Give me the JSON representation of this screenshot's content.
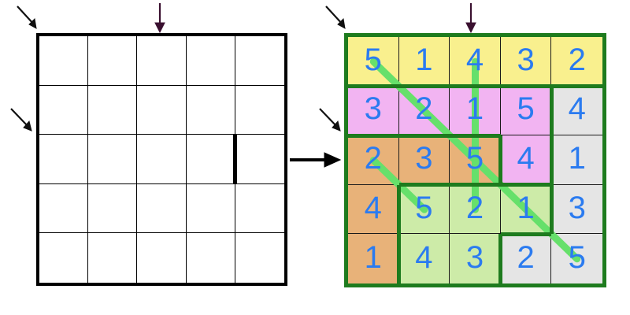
{
  "figure": {
    "title": "Sudoku-style region puzzle: blank grid implies solved grid",
    "size": 5
  },
  "left_grid": {
    "name": "empty-puzzle-grid",
    "rows": 5,
    "cols": 5,
    "cells": [
      [
        "",
        "",
        "",
        "",
        ""
      ],
      [
        "",
        "",
        "",
        "",
        ""
      ],
      [
        "",
        "",
        "",
        "",
        ""
      ],
      [
        "",
        "",
        "",
        "",
        ""
      ],
      [
        "",
        "",
        "",
        "",
        ""
      ]
    ],
    "border_color": "#000000",
    "grid_line_color": "#000000",
    "background": "#ffffff",
    "wall_segments": [
      {
        "name": "thick-wall-row3-col4-col5",
        "row": 3,
        "after_col": 4
      }
    ]
  },
  "right_grid": {
    "name": "solved-grid",
    "rows": 5,
    "cols": 5,
    "cells": [
      [
        "5",
        "1",
        "4",
        "3",
        "2"
      ],
      [
        "3",
        "2",
        "1",
        "5",
        "4"
      ],
      [
        "2",
        "3",
        "5",
        "4",
        "1"
      ],
      [
        "4",
        "5",
        "2",
        "1",
        "3"
      ],
      [
        "1",
        "4",
        "3",
        "2",
        "5"
      ]
    ],
    "digit_color": "#2b7bf0",
    "border_color": "#1e7b1e",
    "cage_color": "#1e7b1e",
    "grid_line_color": "#1a1a1a",
    "region_colors": {
      "yellow": "#f9f08e",
      "violet": "#f2b4f2",
      "orange": "#e8b279",
      "lightgreen": "#cdeba8",
      "gray": "#e5e5e5"
    },
    "region_map": [
      [
        "yellow",
        "yellow",
        "yellow",
        "yellow",
        "yellow"
      ],
      [
        "violet",
        "violet",
        "violet",
        "violet",
        "gray"
      ],
      [
        "orange",
        "orange",
        "orange",
        "violet",
        "gray"
      ],
      [
        "orange",
        "lightgreen",
        "lightgreen",
        "lightgreen",
        "gray"
      ],
      [
        "orange",
        "lightgreen",
        "lightgreen",
        "gray",
        "gray"
      ]
    ],
    "highlight_color": "#66e06b",
    "highlights": [
      {
        "name": "main-diagonal-chain",
        "from": [
          1,
          1
        ],
        "to": [
          5,
          5
        ],
        "values": [
          "5",
          "2",
          "5",
          "1",
          "5"
        ]
      },
      {
        "name": "short-diagonal-chain",
        "from": [
          3,
          1
        ],
        "to": [
          4,
          2
        ],
        "values": [
          "2",
          "5"
        ]
      },
      {
        "name": "column3-vertical-chain",
        "from": [
          1,
          3
        ],
        "to": [
          4,
          3
        ],
        "values": [
          "4",
          "1",
          "5",
          "2"
        ]
      }
    ]
  },
  "arrows": {
    "corner_arrow_left": {
      "name": "top-left-corner-arrow",
      "color": "#3a1030",
      "direction": "down-right"
    },
    "top_arrow_left": {
      "name": "top-column3-arrow",
      "color": "#3a1030",
      "direction": "down"
    },
    "row_arrow_left": {
      "name": "left-row3-arrow",
      "color": "#3a1030",
      "direction": "down-right"
    },
    "corner_arrow_right": {
      "name": "top-left-corner-arrow",
      "color": "#3a1030",
      "direction": "down-right"
    },
    "top_arrow_right": {
      "name": "top-column3-arrow",
      "color": "#3a1030",
      "direction": "down"
    },
    "row_arrow_right": {
      "name": "left-row3-arrow",
      "color": "#3a1030",
      "direction": "down-right"
    },
    "implies_arrow": {
      "name": "implies-arrow",
      "color": "#000000",
      "direction": "right",
      "label": ""
    }
  }
}
